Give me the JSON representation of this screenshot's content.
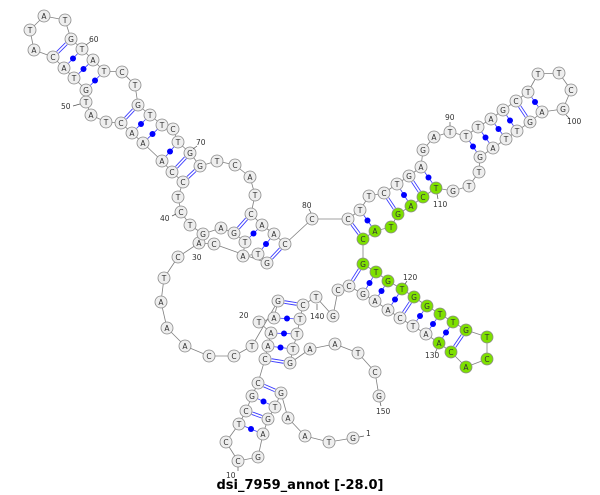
{
  "title": {
    "name": "dsi_7959_annot",
    "energy": "[-28.0]"
  },
  "colors": {
    "node_fill": "#eeeeee",
    "node_stroke": "#8a8a8a",
    "highlight_fill": "#7ee000",
    "backbone": "#808080",
    "pair_line": "#3a3aff",
    "pair_dot": "#0000ff"
  },
  "sequence": [
    "G",
    "T",
    "A",
    "A",
    "G",
    "T",
    "G",
    "A",
    "G",
    "C",
    "C",
    "T",
    "C",
    "G",
    "C",
    "C",
    "A",
    "A",
    "T",
    "A",
    "G",
    "T",
    "C",
    "C",
    "A",
    "A",
    "A",
    "T",
    "C",
    "A",
    "C",
    "G",
    "T",
    "A",
    "T",
    "G",
    "A",
    "G",
    "T",
    "C",
    "T",
    "C",
    "C",
    "A",
    "A",
    "A",
    "C",
    "T",
    "A",
    "T",
    "G",
    "T",
    "A",
    "C",
    "A",
    "T",
    "A",
    "T",
    "G",
    "T",
    "A",
    "T",
    "C",
    "T",
    "G",
    "T",
    "T",
    "C",
    "T",
    "G",
    "G",
    "T",
    "C",
    "A",
    "T",
    "C",
    "A",
    "A",
    "C",
    "C",
    "C",
    "T",
    "T",
    "C",
    "T",
    "G",
    "A",
    "G",
    "A",
    "T",
    "T",
    "T",
    "A",
    "G",
    "C",
    "T",
    "T",
    "T",
    "C",
    "G",
    "A",
    "G",
    "T",
    "T",
    "A",
    "G",
    "T",
    "T",
    "G",
    "T",
    "C",
    "A",
    "G",
    "T",
    "A",
    "C",
    "G",
    "T",
    "G",
    "T",
    "G",
    "G",
    "T",
    "T",
    "G",
    "T",
    "C",
    "A",
    "C",
    "A",
    "A",
    "T",
    "C",
    "A",
    "A",
    "G",
    "C",
    "C",
    "G",
    "T",
    "C",
    "T",
    "T",
    "T",
    "G",
    "A",
    "A",
    "T",
    "C",
    "G"
  ],
  "highlighted_range": [
    110,
    130
  ],
  "pairs": [
    [
      5,
      15,
      "double"
    ],
    [
      6,
      14,
      "dot"
    ],
    [
      7,
      13,
      "double"
    ],
    [
      8,
      12,
      "dot"
    ],
    [
      16,
      145,
      "double"
    ],
    [
      17,
      144,
      "dot"
    ],
    [
      18,
      143,
      "dot"
    ],
    [
      20,
      142,
      "dot"
    ],
    [
      21,
      141,
      "double"
    ],
    [
      32,
      79,
      "double"
    ],
    [
      33,
      78,
      "dot"
    ],
    [
      35,
      77,
      "dot"
    ],
    [
      36,
      76,
      "double"
    ],
    [
      42,
      71,
      "double"
    ],
    [
      43,
      70,
      "double"
    ],
    [
      44,
      69,
      "dot"
    ],
    [
      45,
      67,
      "dot"
    ],
    [
      46,
      66,
      "dot"
    ],
    [
      47,
      65,
      "double"
    ],
    [
      51,
      62,
      "dot"
    ],
    [
      52,
      61,
      "dot"
    ],
    [
      53,
      60,
      "dot"
    ],
    [
      54,
      59,
      "double"
    ],
    [
      81,
      116,
      "double"
    ],
    [
      82,
      115,
      "dot"
    ],
    [
      84,
      113,
      "double"
    ],
    [
      85,
      112,
      "dot"
    ],
    [
      86,
      111,
      "double"
    ],
    [
      87,
      110,
      "dot"
    ],
    [
      91,
      106,
      "dot"
    ],
    [
      92,
      105,
      "dot"
    ],
    [
      93,
      104,
      "dot"
    ],
    [
      94,
      103,
      "dot"
    ],
    [
      95,
      102,
      "double"
    ],
    [
      96,
      101,
      "dot"
    ],
    [
      117,
      137,
      "double"
    ],
    [
      118,
      136,
      "dot"
    ],
    [
      119,
      135,
      "dot"
    ],
    [
      120,
      134,
      "dot"
    ],
    [
      121,
      133,
      "double"
    ],
    [
      122,
      132,
      "dot"
    ],
    [
      123,
      131,
      "dot"
    ],
    [
      124,
      130,
      "dot"
    ],
    [
      125,
      129,
      "double"
    ]
  ],
  "position_labels": [
    "1",
    "10",
    "20",
    "30",
    "40",
    "50",
    "60",
    "70",
    "80",
    "90",
    "100",
    "110",
    "120",
    "130",
    "140",
    "150"
  ]
}
